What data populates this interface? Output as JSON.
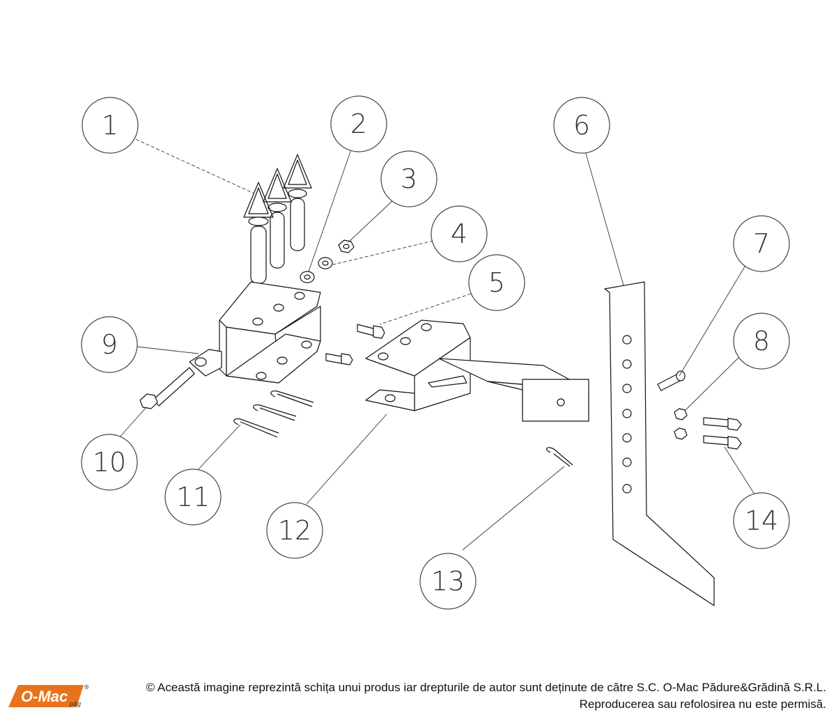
{
  "callouts": [
    "1",
    "2",
    "3",
    "4",
    "5",
    "6",
    "7",
    "8",
    "9",
    "10",
    "11",
    "12",
    "13",
    "14"
  ],
  "footer": {
    "logo_text": "O-Mac",
    "logo_suffix": "p&g",
    "logo_registered": "®",
    "copyright_line_1": "© Această imagine reprezintă schița unui produs iar drepturile de autor sunt deținute de către S.C. O-Mac Pădure&Grădină S.R.L.",
    "copyright_line_2": "Reproducerea sau refolosirea nu este permisă."
  },
  "colors": {
    "line": "#111111",
    "logo_orange": "#e8731c",
    "logo_text": "#ffffff"
  }
}
